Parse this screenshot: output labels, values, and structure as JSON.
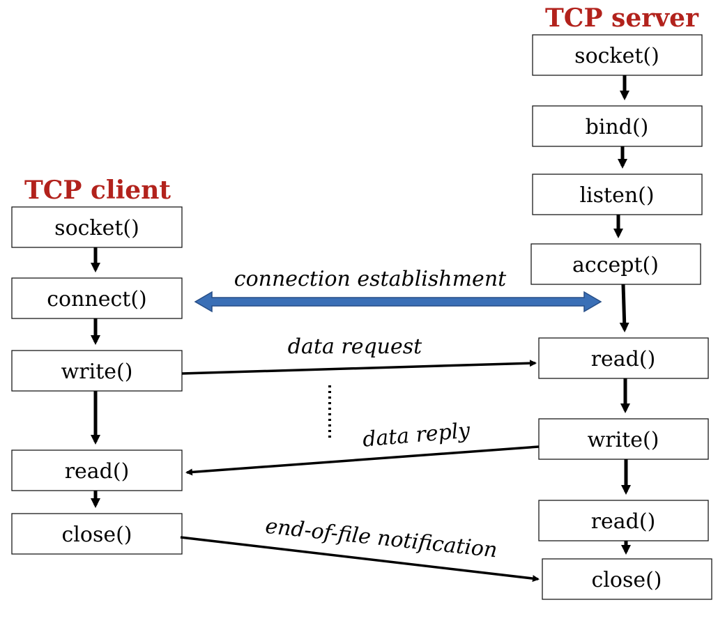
{
  "client": {
    "title": "TCP client",
    "calls": [
      "socket()",
      "connect()",
      "write()",
      "read()",
      "close()"
    ]
  },
  "server": {
    "title": "TCP server",
    "calls": [
      "socket()",
      "bind()",
      "listen()",
      "accept()",
      "read()",
      "write()",
      "read()",
      "close()"
    ]
  },
  "messages": {
    "connection": "connection establishment",
    "request": "data request",
    "reply": "data reply",
    "eof": "end-of-file notification"
  },
  "colors": {
    "title": "#b2221c",
    "connection_arrow": "#3a6fb6",
    "connection_arrow_outline": "#264d86"
  }
}
